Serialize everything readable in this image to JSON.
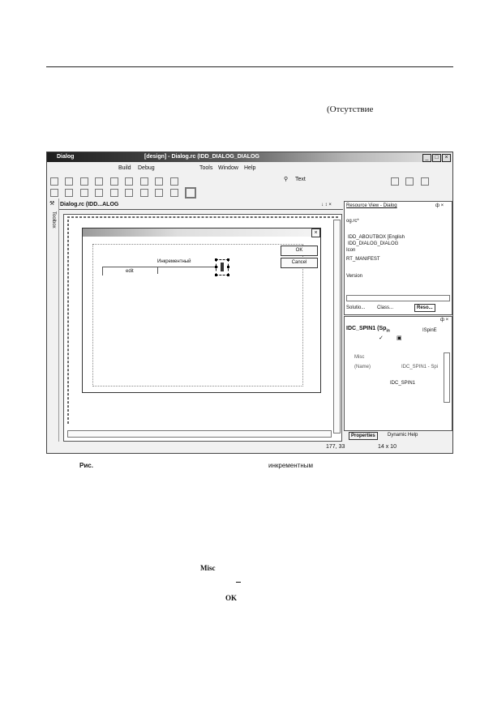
{
  "page": {
    "header_note": "(Отсутствие",
    "caption_label": "Рис.",
    "caption_word": "инкрементным",
    "body_misc": "Misc",
    "body_ok": "OK"
  },
  "ide": {
    "window_title": "Dialog",
    "title_doc": "[design] - Dialog.rc (IDD_DIALOG_DIALOG",
    "window_buttons": [
      "_",
      "□",
      "×"
    ],
    "menu": [
      "Build",
      "Debug",
      "Tools",
      "Window",
      "Help"
    ],
    "toolbar_text": "Text",
    "doc_tab": "Dialog.rc (IDD...ALOG",
    "doc_tab_controls": "↓ ↕ ×",
    "toolbox_label": "Toolbox",
    "dialog": {
      "close": "×",
      "ok_button": "OK",
      "cancel_button": "Cancel",
      "edit_label": "edit",
      "static_label": "Инкрементный"
    },
    "resource_view": {
      "title": "Resource View - Dialog",
      "pin": "ф ×",
      "items": [
        "og.rc*",
        "IDD_ABOUTBOX [English",
        "IDD_DIALOG_DIALOG",
        "Icon",
        "RT_MANIFEST",
        "Version"
      ],
      "tabs": [
        "Solutio...",
        "Class...",
        "Reso..."
      ]
    },
    "properties": {
      "header": "IDC_SPIN1 (Sp",
      "header_sub": "in",
      "type": "ISpinE",
      "rows": [
        "Misc",
        "(Name)",
        "IDC_SPIN1"
      ],
      "row_value": "IDC_SPIN1 - Spi",
      "tabs": [
        "Properties",
        "Dynamic Help"
      ]
    },
    "status": {
      "pos": "177, 33",
      "size": "14 x 10"
    }
  }
}
